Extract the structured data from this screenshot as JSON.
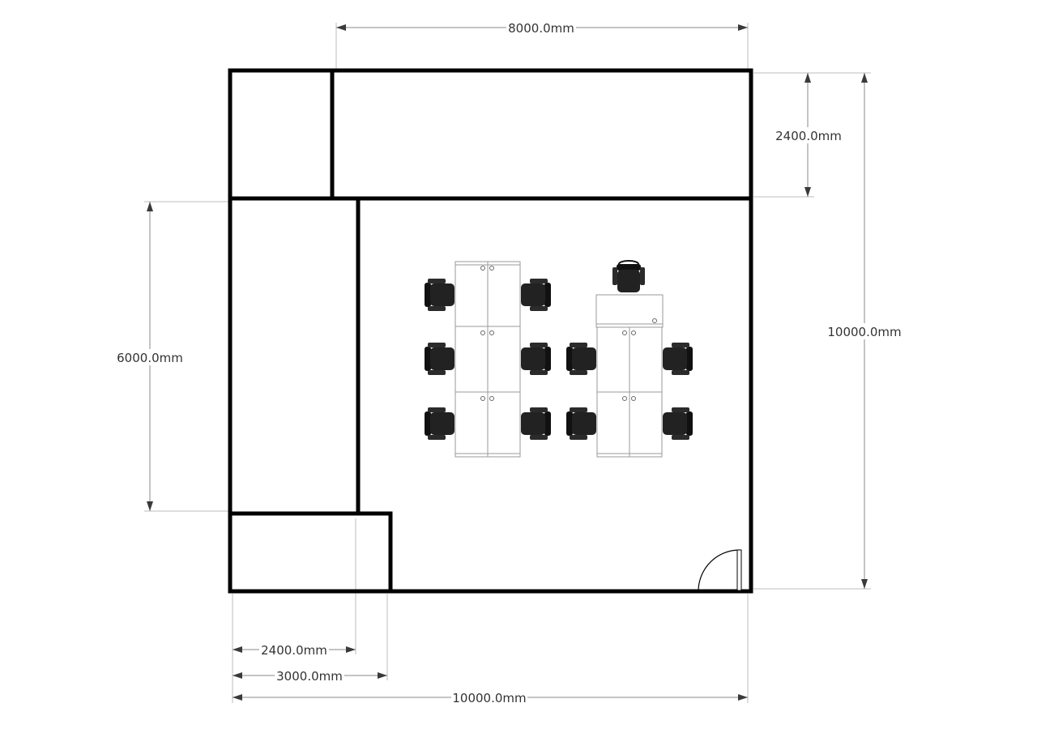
{
  "dimensions": {
    "top_width": "8000.0mm",
    "top_room_height": "2400.0mm",
    "overall_height": "10000.0mm",
    "left_room_height": "6000.0mm",
    "bottom_2400": "2400.0mm",
    "bottom_3000": "3000.0mm",
    "overall_width": "10000.0mm"
  },
  "colors": {
    "walls": "#000000",
    "dimension_lines": "#8a8a8a",
    "dimension_text": "#333333",
    "chairs": "#222222",
    "desks": "#ffffff"
  },
  "icons": {
    "chair": "office-chair-icon",
    "door": "door-swing-icon",
    "desk": "desk-pod-icon"
  }
}
